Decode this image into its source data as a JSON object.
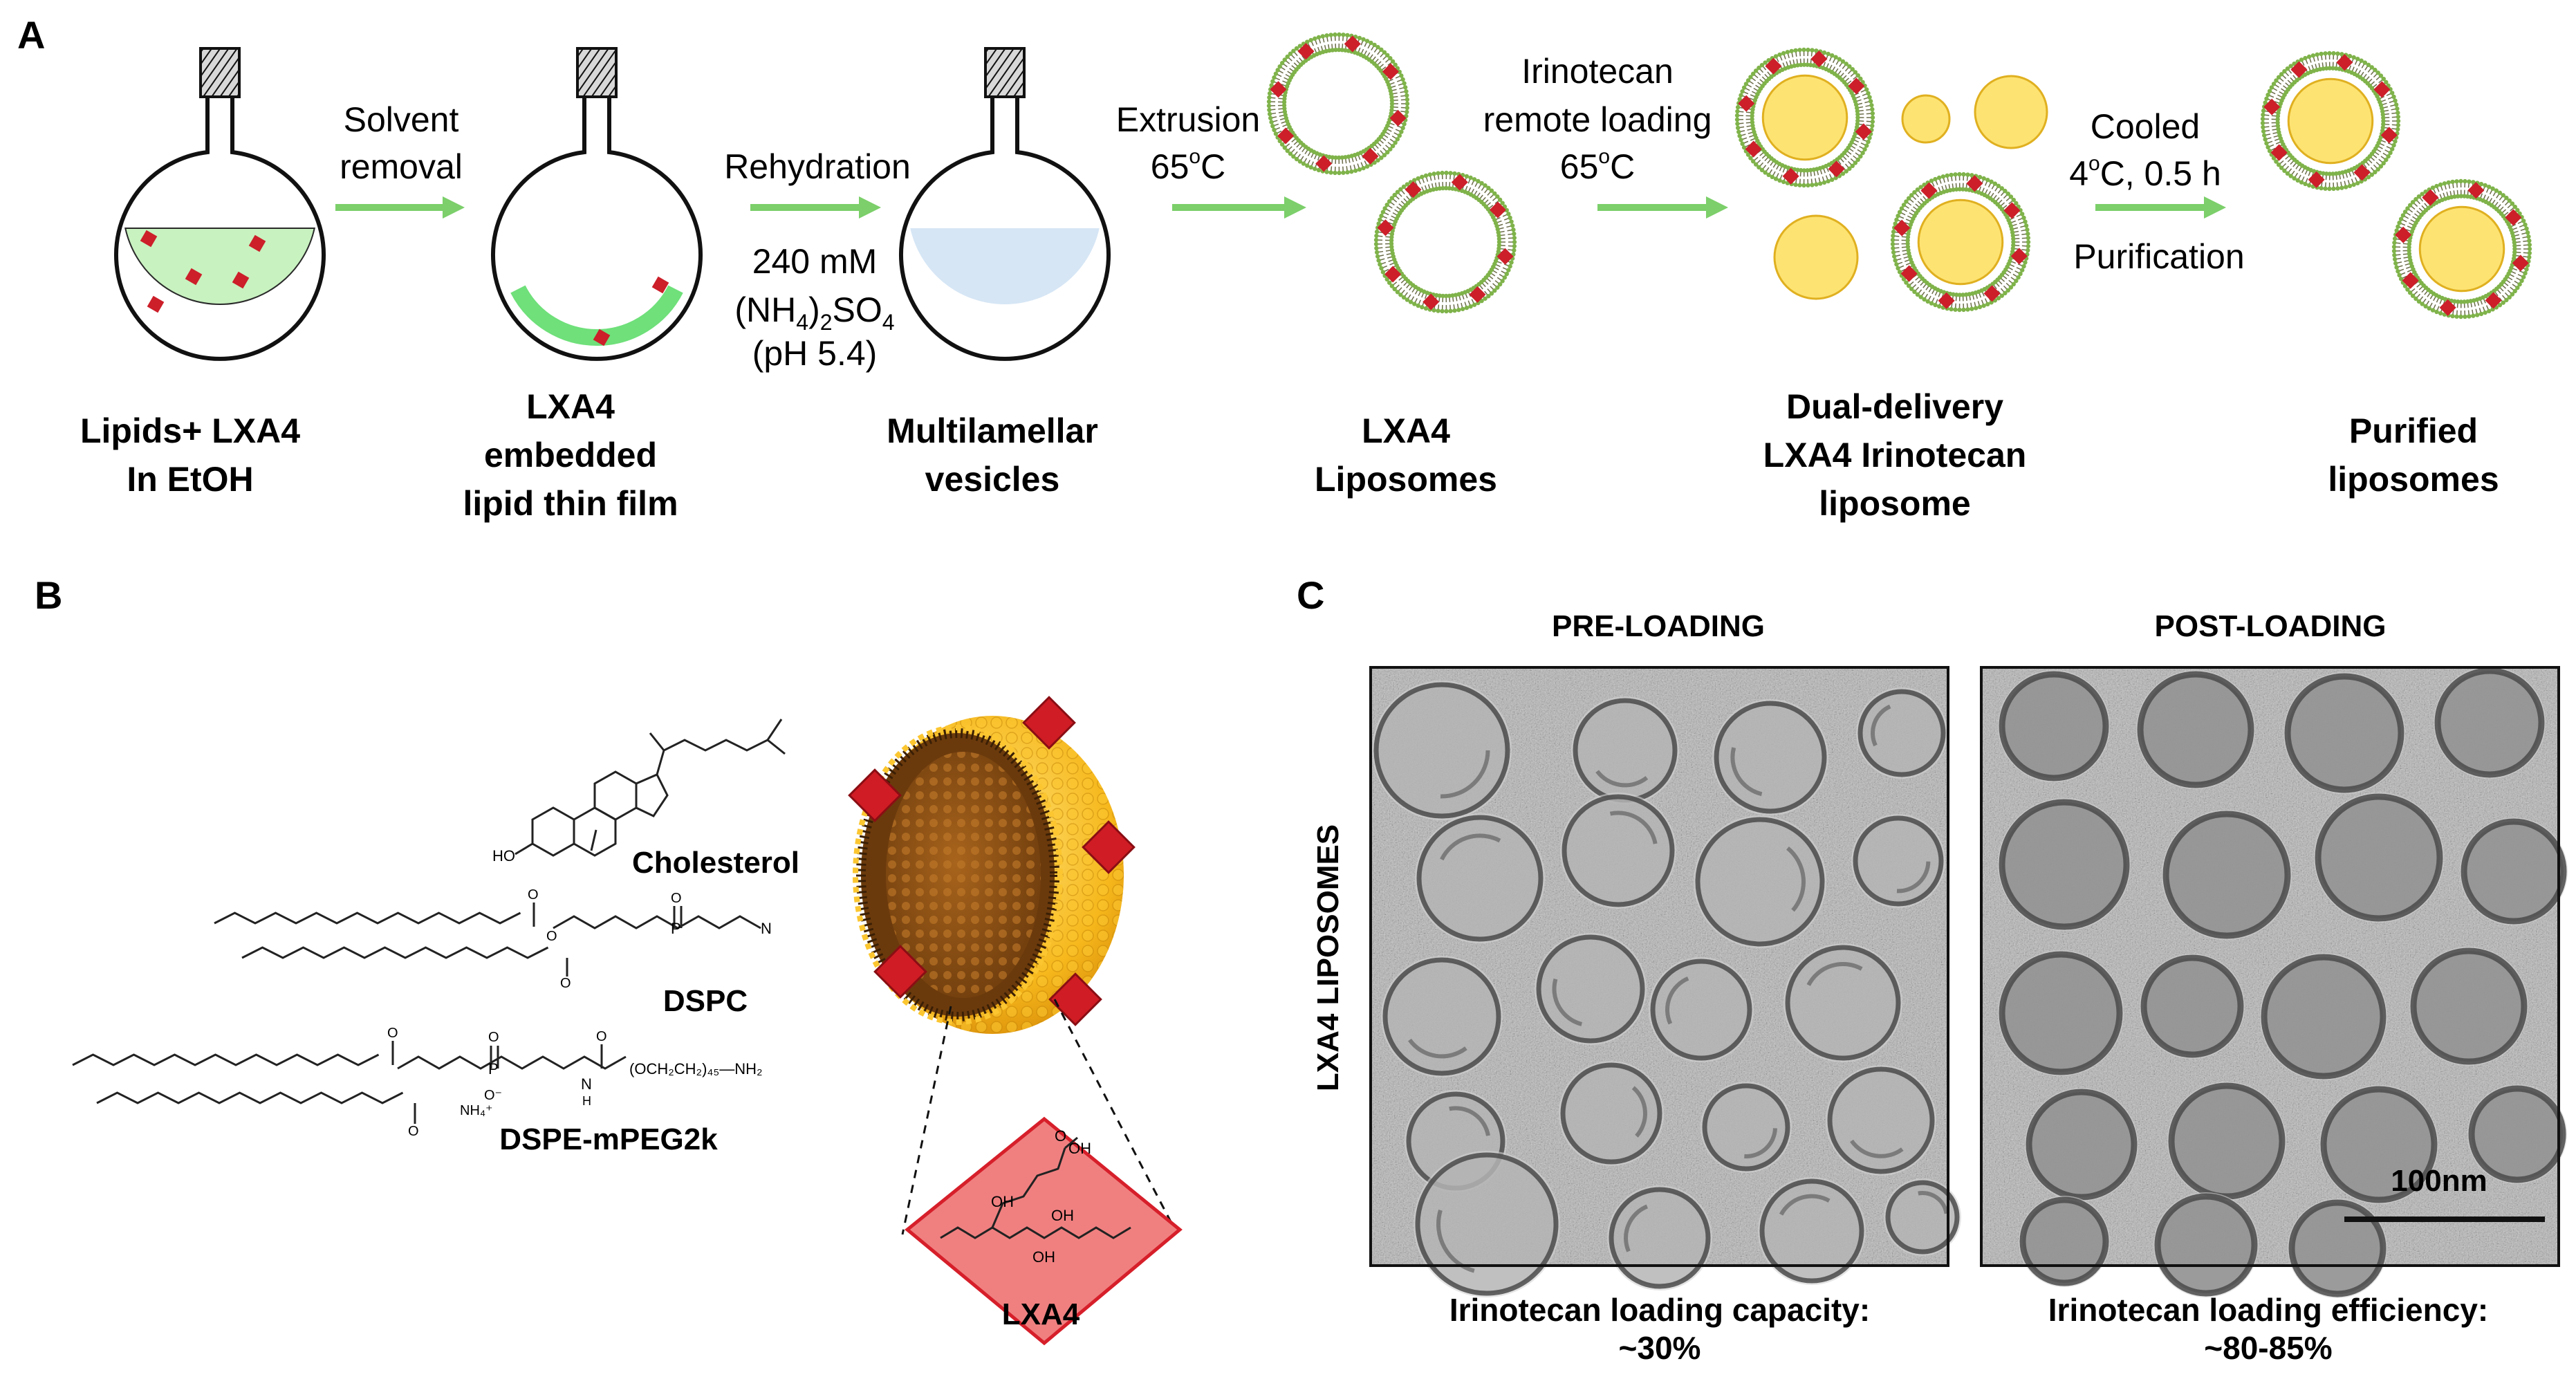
{
  "panels": {
    "a": {
      "letter": "A",
      "step1_label": [
        "Lipids+ LXA4",
        "In EtOH"
      ],
      "arrow1_label": [
        "Solvent",
        "removal"
      ],
      "step2_label": [
        "LXA4",
        "embedded",
        "lipid thin film"
      ],
      "arrow2_label": "Rehydration",
      "buffer": {
        "conc": "240 mM",
        "salt_open": "(NH",
        "salt_sub1": "4",
        "salt_mid": ")",
        "salt_sub2": "2",
        "salt_so": "SO",
        "salt_sub3": "4",
        "ph": "(pH 5.4)"
      },
      "step3_label": [
        "Multilamellar",
        "vesicles"
      ],
      "arrow3_label": [
        "Extrusion",
        "65",
        "o",
        "C"
      ],
      "step4_label": [
        "LXA4",
        "Liposomes"
      ],
      "arrow4_label": [
        "Irinotecan",
        "remote loading",
        "65",
        "o",
        "C"
      ],
      "step5_label": [
        "Dual-delivery",
        "LXA4 Irinotecan",
        "liposome"
      ],
      "arrow5_label": [
        "Cooled",
        "4",
        "o",
        "C, 0.5 h",
        "Purification"
      ],
      "step6_label": [
        "Purified",
        "liposomes"
      ]
    },
    "b": {
      "letter": "B",
      "cholesterol": "Cholesterol",
      "dspc": "DSPC",
      "dspe": "DSPE-mPEG2k",
      "lxa4": "LXA4",
      "chem_ho": "HO",
      "chem_oh": "OH",
      "chem_o": "O",
      "chem_n": "N",
      "chem_p": "P",
      "chem_h": "H",
      "chem_nh4": "NH₄⁺",
      "chem_peg": "(OCH₂CH₂)₄₅—NH₂",
      "chem_o_minus": "O⁻"
    },
    "c": {
      "letter": "C",
      "pre_title": "PRE-LOADING",
      "post_title": "POST-LOADING",
      "row_label": "LXA4 LIPOSOMES",
      "scale_bar": "100nm",
      "pre_caption": [
        "Irinotecan loading capacity:",
        "~30%"
      ],
      "post_caption": [
        "Irinotecan loading efficiency:",
        "~80-85%"
      ]
    }
  },
  "colors": {
    "arrow": "#7ccf6a",
    "lipid_green": "#c8f2c0",
    "film_green": "#6fe07a",
    "water_blue": "#d6e6f5",
    "drug_red": "#cc1f2a",
    "core_yellow": "#fde372",
    "lxa4_box": "#f08080"
  }
}
